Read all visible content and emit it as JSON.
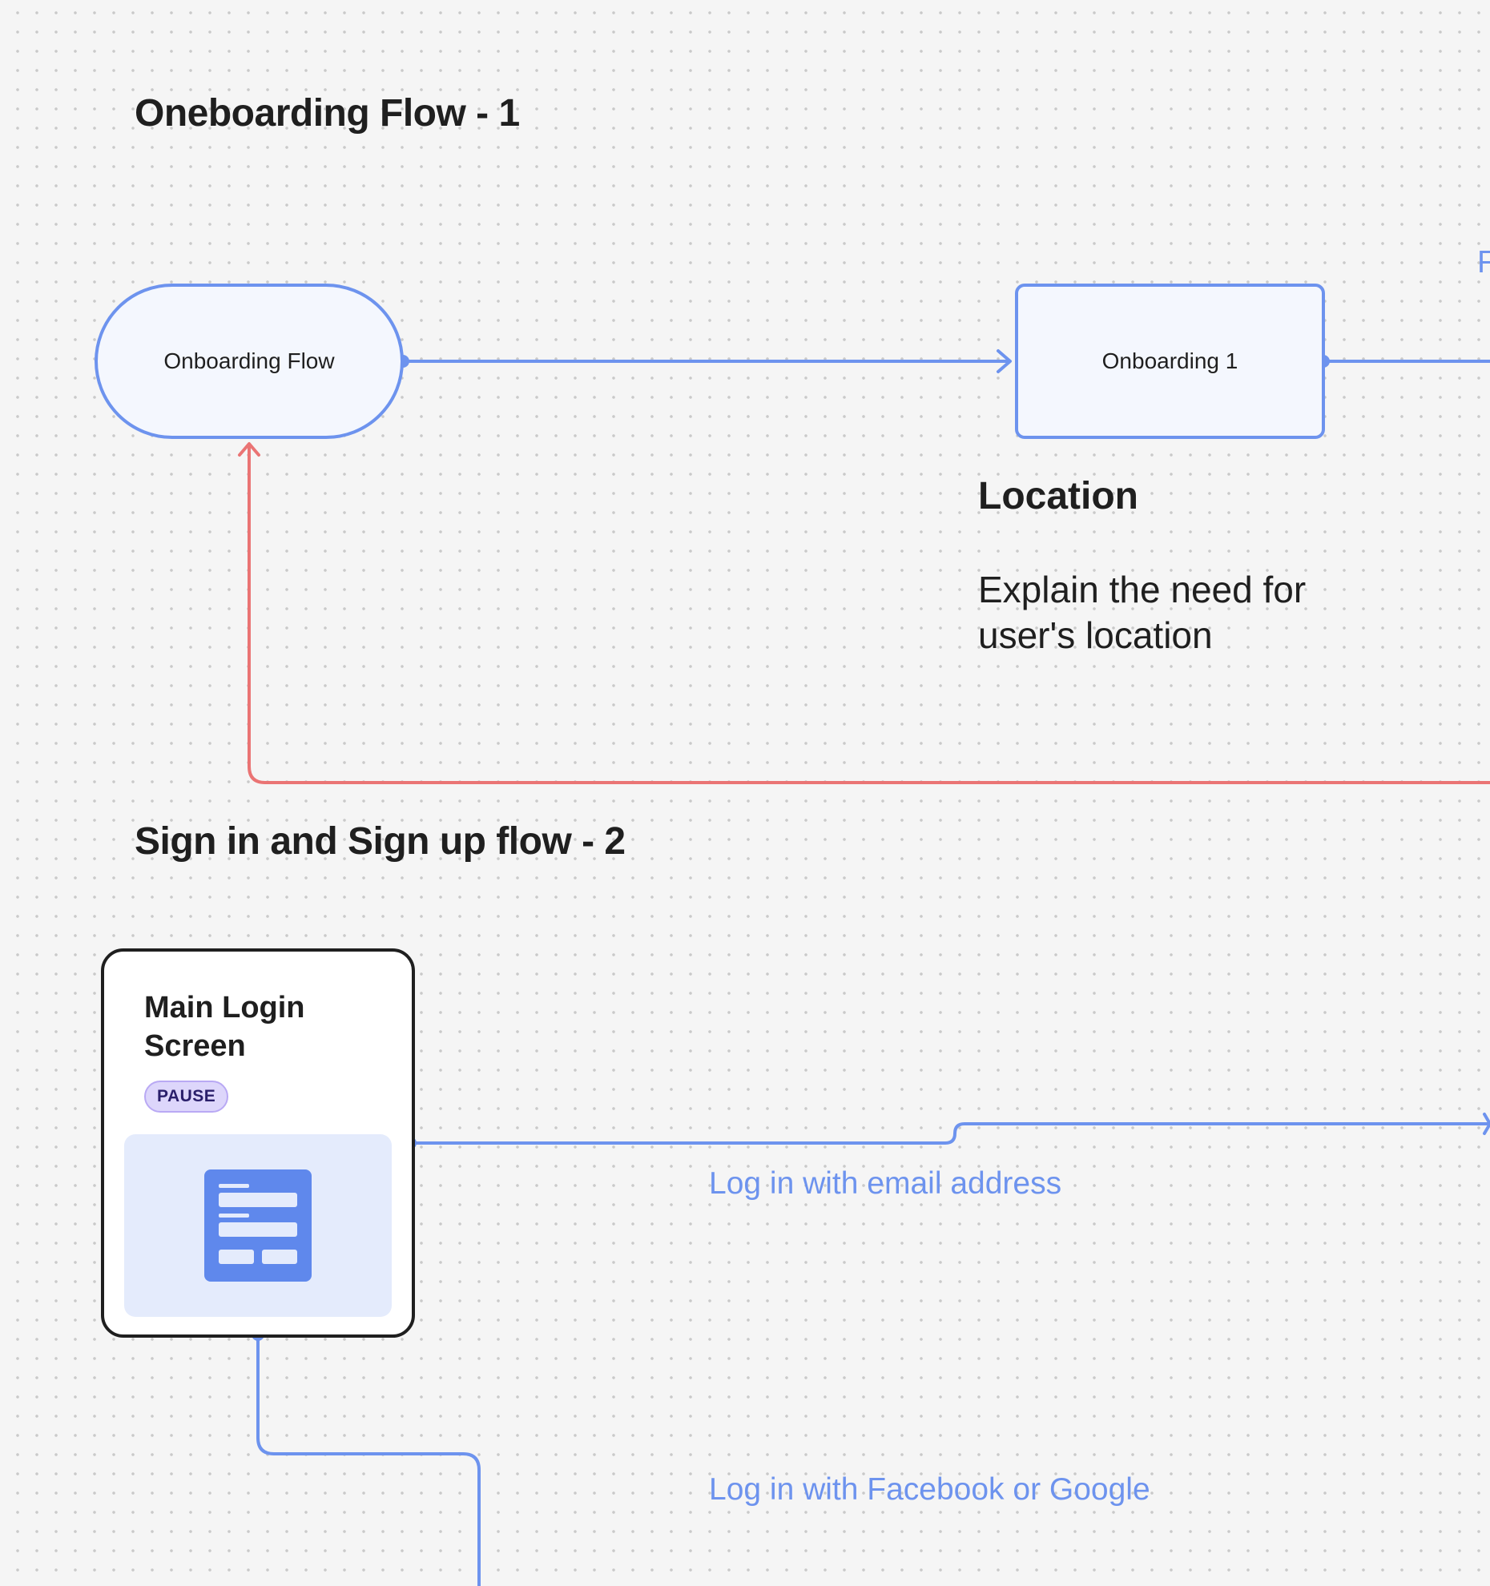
{
  "colors": {
    "background": "#f5f5f5",
    "connector_blue": "#6d93ee",
    "connector_red": "#ea7474",
    "node_fill": "#f4f7fe",
    "card_border": "#1f1f1f",
    "badge_fill": "#ddd6fb"
  },
  "sections": [
    {
      "title": "Oneboarding Flow - 1"
    },
    {
      "title": "Sign in and Sign up flow - 2"
    }
  ],
  "flow1": {
    "start_node": "Onboarding Flow",
    "step_node": "Onboarding 1",
    "offscreen_label_fragment": "F",
    "note": {
      "title": "Location",
      "body": "Explain the need for user's location"
    }
  },
  "flow2": {
    "card": {
      "title": "Main Login Screen",
      "badge": "PAUSE",
      "preview_icon": "form-layout-icon"
    },
    "edges": {
      "email_label": "Log in with email address",
      "social_label": "Log in with Facebook or Google"
    }
  }
}
